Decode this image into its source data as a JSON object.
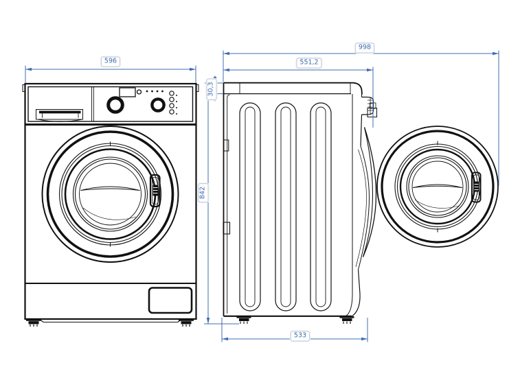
{
  "drawing": {
    "kind": "technical-dimension-drawing",
    "dimensions": {
      "front_width": "596",
      "overall_depth_door_open": "998",
      "body_depth": "551,2",
      "top_panel_thickness": "30,3",
      "height": "842",
      "base_depth": "533"
    },
    "colors": {
      "dimension_line": "#3f6cb3",
      "label_text": "#3a6ab2",
      "label_border": "#c3c9d4",
      "label_background": "#ffffff",
      "line_art": "#111111",
      "background": "#ffffff"
    }
  }
}
